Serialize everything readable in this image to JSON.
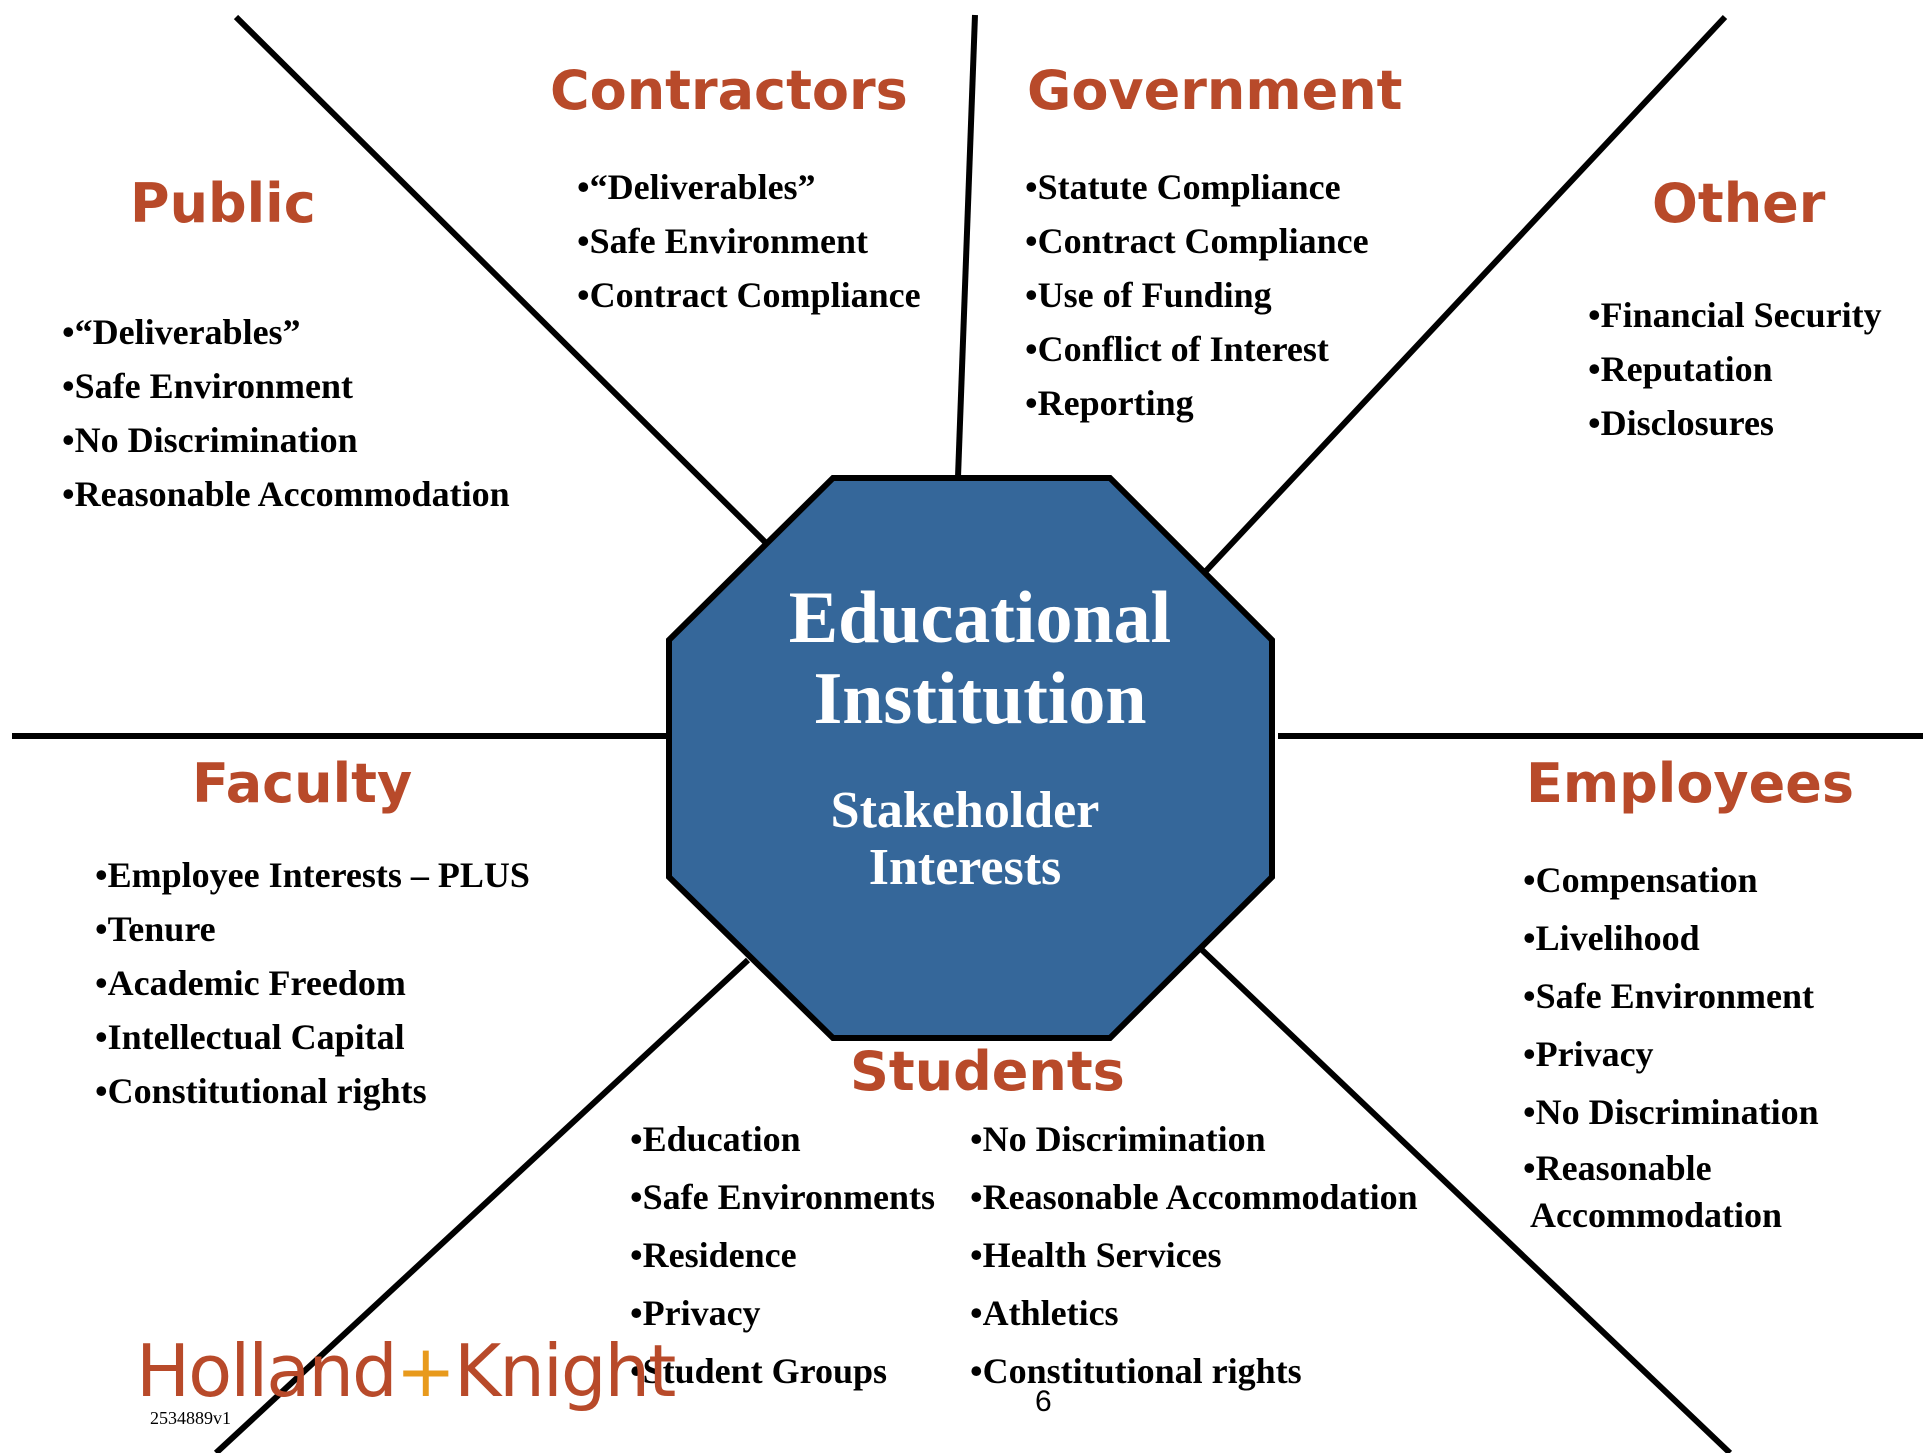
{
  "center": {
    "title_line1": "Educational",
    "title_line2": "Institution",
    "subtitle_line1": "Stakeholder",
    "subtitle_line2": "Interests",
    "fill_color": "#35679a"
  },
  "heading_color": "#b84a2a",
  "stakeholders": {
    "contractors": {
      "title": "Contractors",
      "items": [
        "•“Deliverables”",
        "•Safe Environment",
        "•Contract Compliance"
      ]
    },
    "government": {
      "title": "Government",
      "items": [
        "•Statute Compliance",
        "•Contract Compliance",
        "•Use of Funding",
        "•Conflict of Interest",
        "•Reporting"
      ]
    },
    "public": {
      "title": "Public",
      "items": [
        "•“Deliverables”",
        "•Safe Environment",
        "•No Discrimination",
        "•Reasonable Accommodation"
      ]
    },
    "other": {
      "title": "Other",
      "items": [
        "•Financial Security",
        "•Reputation",
        "•Disclosures"
      ]
    },
    "faculty": {
      "title": "Faculty",
      "items": [
        "•Employee Interests – PLUS",
        "•Tenure",
        "•Academic Freedom",
        "•Intellectual Capital",
        "•Constitutional rights"
      ]
    },
    "employees": {
      "title": "Employees",
      "items": [
        "•Compensation",
        "•Livelihood",
        "•Safe Environment",
        "•Privacy",
        "•No Discrimination",
        "•Reasonable",
        " Accommodation"
      ]
    },
    "students": {
      "title": "Students",
      "items_left": [
        "•Education",
        "•Safe Environments",
        "•Residence",
        "•Privacy",
        "•Student Groups"
      ],
      "items_right": [
        "•No Discrimination",
        "•Reasonable Accommodation",
        "•Health Services",
        "•Athletics",
        "•Constitutional rights"
      ]
    }
  },
  "footer": {
    "logo_left": "Holland",
    "logo_plus": "+",
    "logo_right": "Knight",
    "doc_id": "2534889v1",
    "page_number": "6"
  }
}
